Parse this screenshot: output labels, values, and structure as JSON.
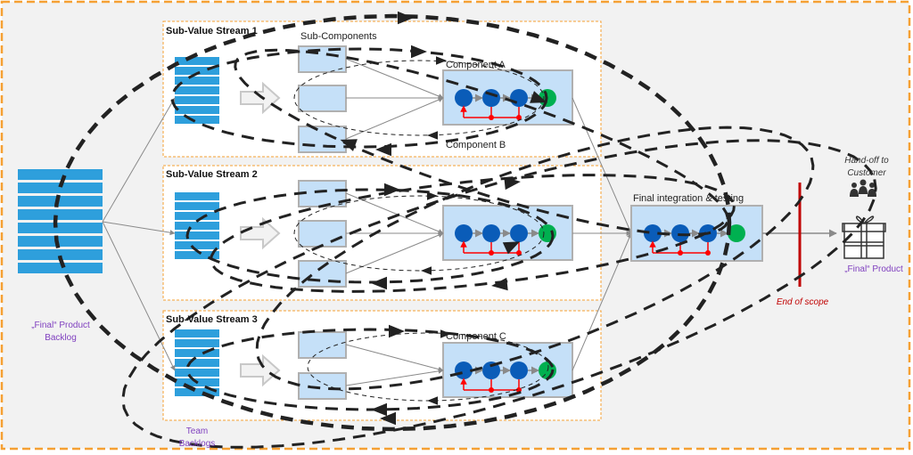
{
  "colors": {
    "background": "#f2f2f2",
    "frame": "#f5a033",
    "backlog": "#2e9fdc",
    "box_fill": "#c5e0f8",
    "box_stroke": "#b0b0b0",
    "node_blue": "#0a5cb8",
    "node_green": "#00b050",
    "feedback_red": "#ff0000",
    "scope_line": "#c00000",
    "purple_label": "#7f3fbf",
    "loop_dash": "#222222"
  },
  "final_backlog": {
    "label_line1": "„Final“ Product",
    "label_line2": "Backlog"
  },
  "team_backlogs": {
    "label_line1": "Team",
    "label_line2": "Backlogs"
  },
  "streams": [
    {
      "title": "Sub-Value Stream 1",
      "sub_label": "Sub-Components",
      "component_top": "Component A",
      "component_bottom": "Component B",
      "sub_count": 3
    },
    {
      "title": "Sub-Value Stream 2",
      "sub_label": "",
      "component_top": "",
      "component_bottom": "",
      "sub_count": 3
    },
    {
      "title": "Sub-Value Stream 3",
      "sub_label": "",
      "component_top": "Component C",
      "component_bottom": "",
      "sub_count": 2
    }
  ],
  "integration": {
    "label": "Final integration & testing"
  },
  "scope": {
    "label": "End of scope"
  },
  "handoff": {
    "line1": "Hand-off to",
    "line2": "Customer",
    "icon": "people-icon"
  },
  "product": {
    "label": "„Final“ Product",
    "icon": "gift-icon"
  }
}
